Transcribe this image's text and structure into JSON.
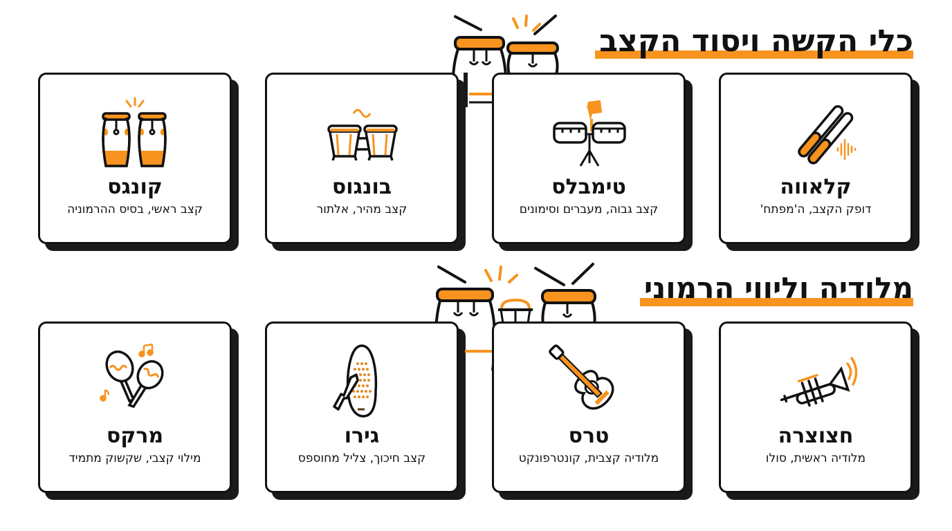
{
  "sections": [
    {
      "title": "כלי הקשה ויסוד הקצב",
      "cards": [
        {
          "name": "קלאווה",
          "description": "דופק הקצב, ה'מפתח'",
          "icon": "claves-icon"
        },
        {
          "name": "טימבלס",
          "description": "קצב גבוה, מעברים וסימונים",
          "icon": "timbales-icon"
        },
        {
          "name": "בונגוס",
          "description": "קצב מהיר, אלתור",
          "icon": "bongos-icon"
        },
        {
          "name": "קונגס",
          "description": "קצב ראשי, בסיס ההרמוניה",
          "icon": "congas-icon"
        }
      ]
    },
    {
      "title": "מלודיה וליווי הרמוני",
      "cards": [
        {
          "name": "חצוצרה",
          "description": "מלודיה ראשית, סולו",
          "icon": "trumpet-icon"
        },
        {
          "name": "טרס",
          "description": "מלודיה קצבית, קונטרפונקט",
          "icon": "tres-guitar-icon"
        },
        {
          "name": "גירו",
          "description": "קצב חיכוך, צליל מחוספס",
          "icon": "guiro-icon"
        },
        {
          "name": "מרקס",
          "description": "מילוי קצבי, שקשוק מתמיד",
          "icon": "maracas-icon"
        }
      ]
    }
  ],
  "colors": {
    "accent": "#f7931e",
    "ink": "#111111",
    "background": "#ffffff",
    "shadow": "#1a1a1a"
  }
}
